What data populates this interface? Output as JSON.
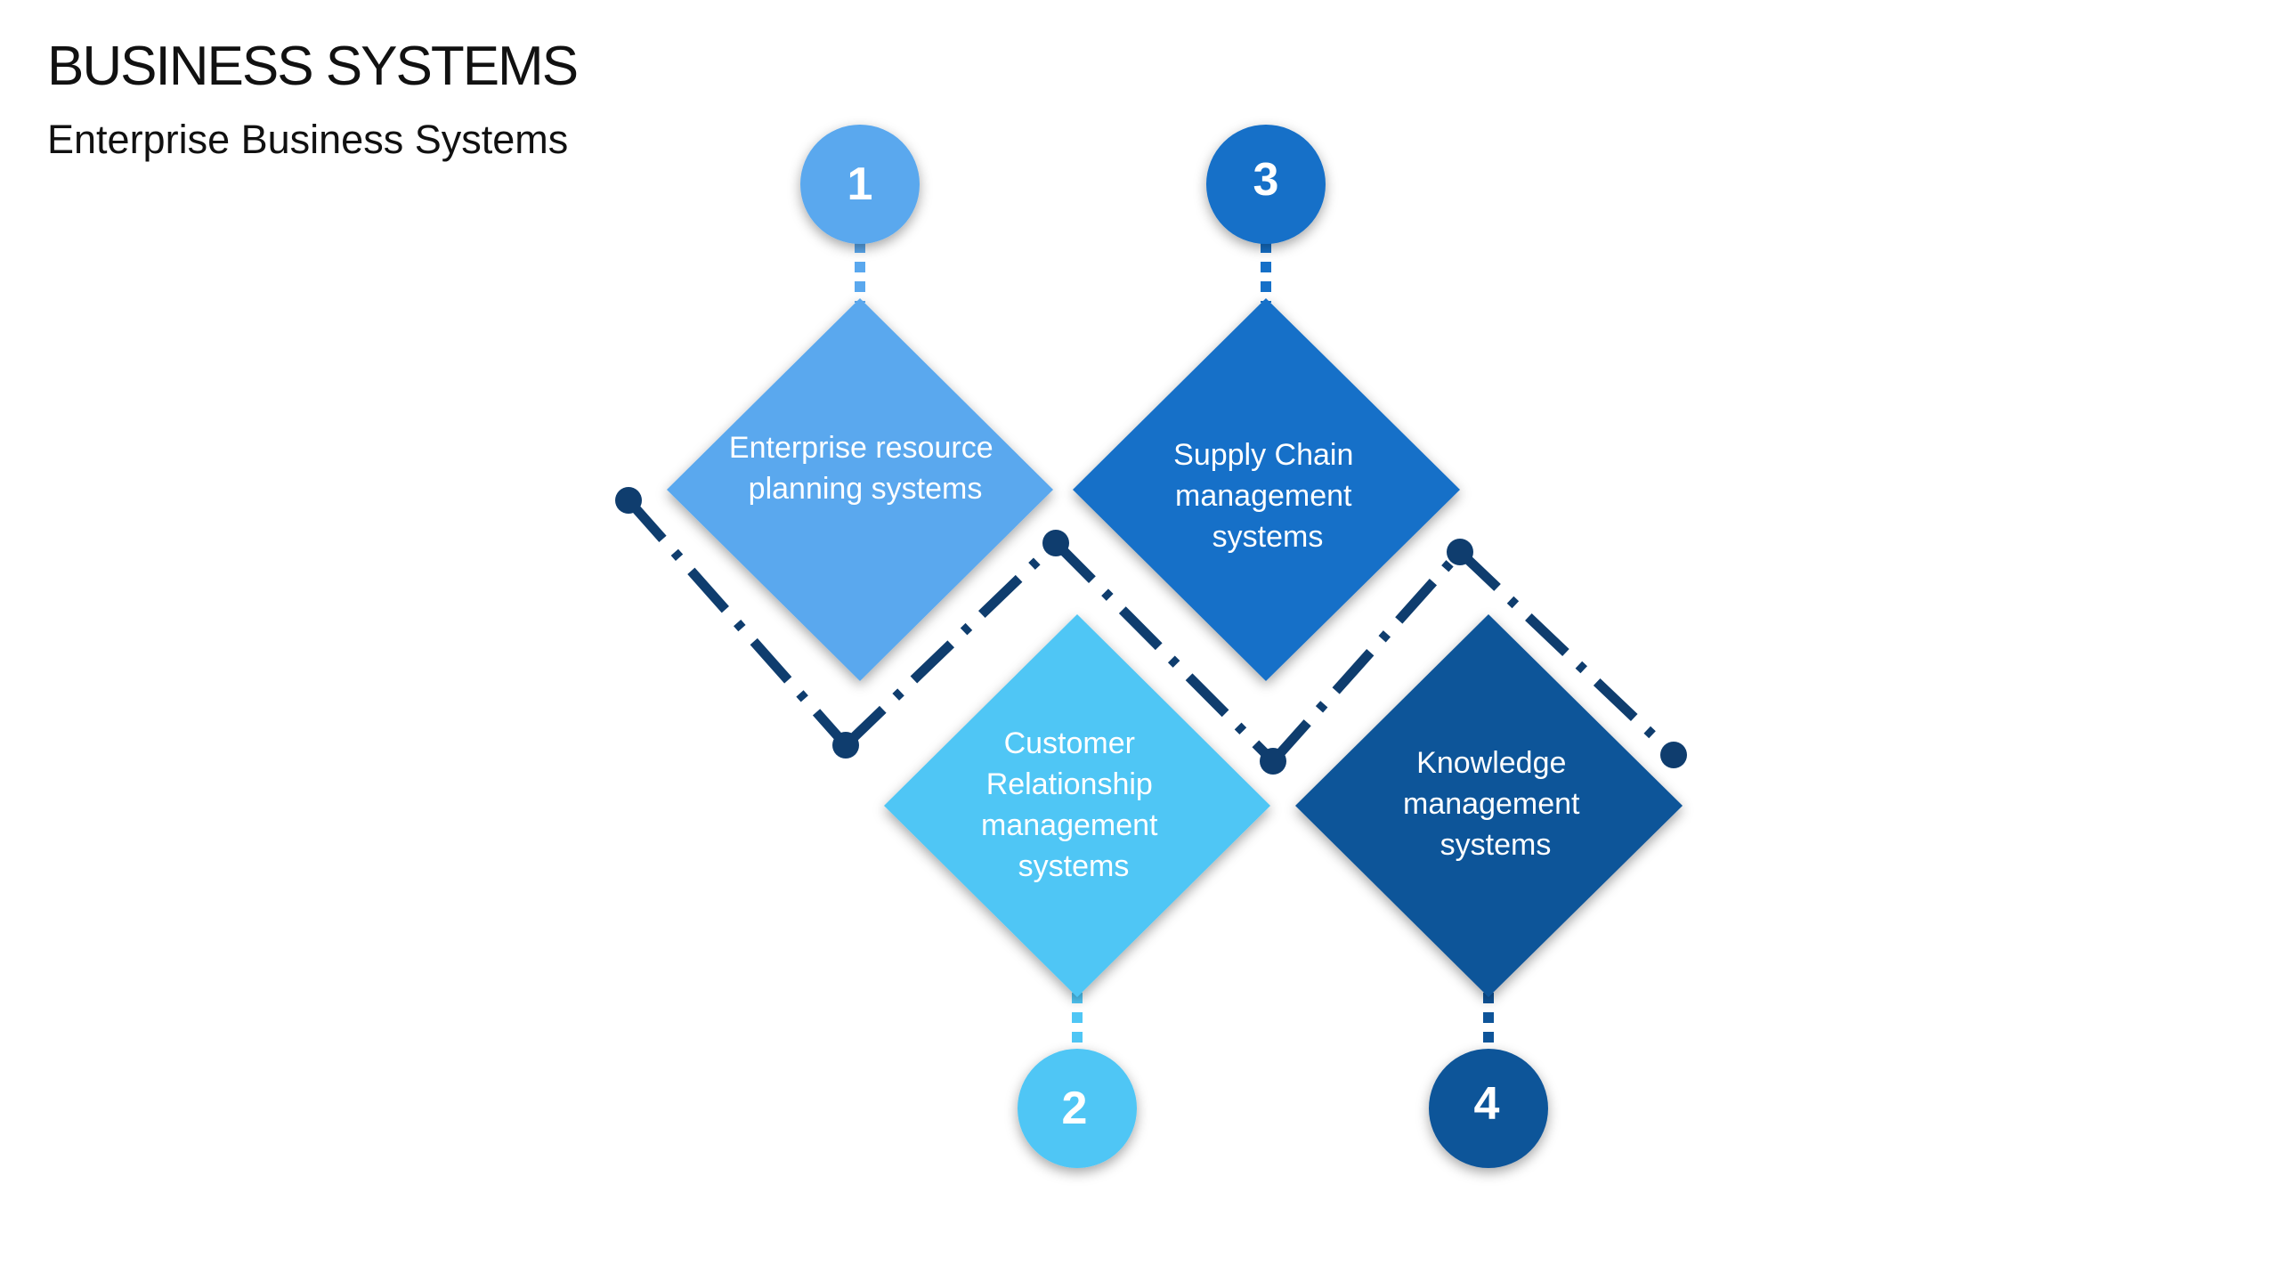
{
  "title": "BUSINESS SYSTEMS",
  "subtitle": "Enterprise Business Systems",
  "colors": {
    "connector": "#0f3d6e",
    "light_blue": "#5aa8ee",
    "cyan": "#4fc6f5",
    "medium_blue": "#1570c8",
    "dark_blue": "#0e5499"
  },
  "steps": [
    {
      "number": "1",
      "lines": [
        "Enterprise resource",
        "planning systems"
      ]
    },
    {
      "number": "2",
      "lines": [
        "Customer",
        "Relationship",
        "management",
        "systems"
      ]
    },
    {
      "number": "3",
      "lines": [
        "Supply Chain",
        "management",
        "systems"
      ]
    },
    {
      "number": "4",
      "lines": [
        "Knowledge",
        "management",
        "systems"
      ]
    }
  ]
}
